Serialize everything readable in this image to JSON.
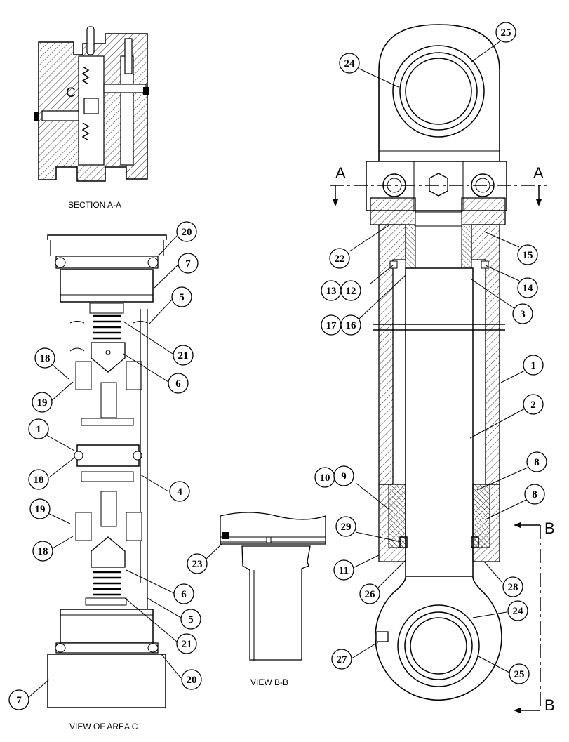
{
  "titles": {
    "section_aa": "SECTION A-A",
    "view_area_c": "VIEW OF AREA C",
    "view_bb": "VIEW B-B"
  },
  "markers": {
    "section_a_left": "A",
    "section_a_right": "A",
    "section_b_top": "B",
    "section_b_bottom": "B",
    "area_c": "C"
  },
  "callouts": {
    "c24_top": "24",
    "c25_top": "25",
    "c22": "22",
    "c15": "15",
    "c13": "13",
    "c12": "12",
    "c14": "14",
    "c17": "17",
    "c16": "16",
    "c3": "3",
    "c1_right": "1",
    "c2": "2",
    "c8a": "8",
    "c8b": "8",
    "c10": "10",
    "c9": "9",
    "c29": "29",
    "c11": "11",
    "c26": "26",
    "c28": "28",
    "c24_bot": "24",
    "c27": "27",
    "c25_bot": "25",
    "c20_top": "20",
    "c7_top": "7",
    "c5_top": "5",
    "c21_top": "21",
    "c6_top": "6",
    "c18_a": "18",
    "c19_a": "19",
    "c1_left": "1",
    "c18_b": "18",
    "c4": "4",
    "c19_b": "19",
    "c18_c": "18",
    "c6_bot": "6",
    "c5_bot": "5",
    "c21_bot": "21",
    "c20_bot": "20",
    "c7_bot": "7",
    "c23": "23"
  }
}
